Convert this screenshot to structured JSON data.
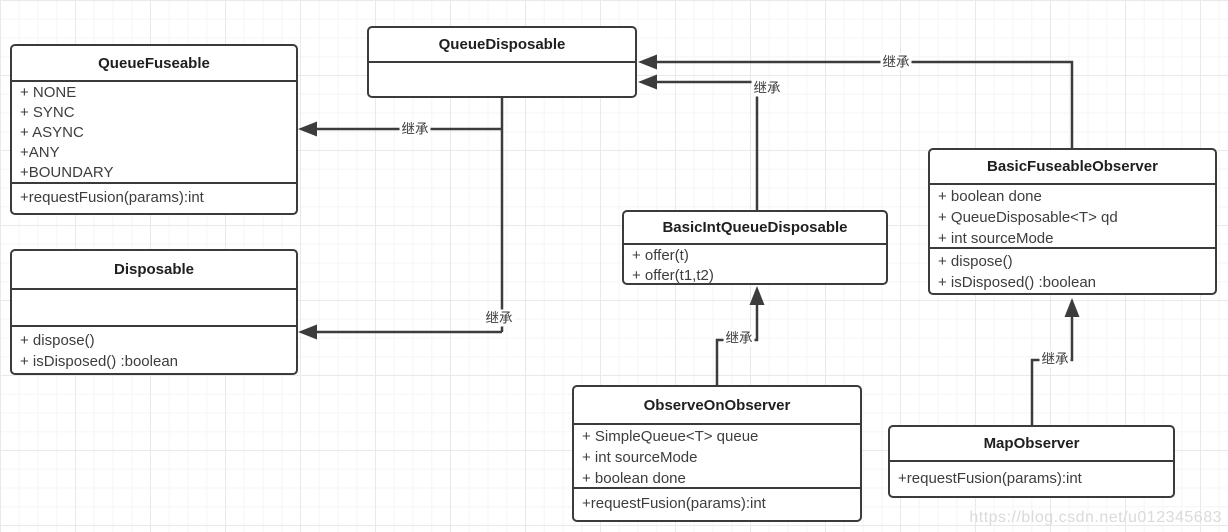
{
  "colors": {
    "line": "#3c3c3c",
    "box_border": "#3b3b3b",
    "text": "#3d3d3d",
    "watermark": "#dadada"
  },
  "watermark": "https://blog.csdn.net/u012345683",
  "classes": [
    {
      "name": "QueueFuseable",
      "fields": [
        "+ NONE",
        "+ SYNC",
        "+ ASYNC",
        "+ANY",
        "+BOUNDARY"
      ],
      "methods": [
        "+requestFusion(params):int"
      ]
    },
    {
      "name": "QueueDisposable",
      "fields": [],
      "methods": []
    },
    {
      "name": "Disposable",
      "fields": [],
      "methods": [
        "+ dispose()",
        "+ isDisposed() :boolean"
      ]
    },
    {
      "name": "BasicIntQueueDisposable",
      "fields": [],
      "methods": [
        "+ offer(t)",
        "+ offer(t1,t2)"
      ]
    },
    {
      "name": "BasicFuseableObserver",
      "fields": [
        "+ boolean done",
        "+ QueueDisposable<T> qd",
        "+ int sourceMode"
      ],
      "methods": [
        "+ dispose()",
        "+ isDisposed() :boolean"
      ]
    },
    {
      "name": "ObserveOnObserver",
      "fields": [
        "+ SimpleQueue<T> queue",
        "+ int sourceMode",
        "+ boolean done"
      ],
      "methods": [
        "+requestFusion(params):int"
      ]
    },
    {
      "name": "MapObserver",
      "fields": [],
      "methods": [
        "+requestFusion(params):int"
      ]
    }
  ],
  "edges": [
    {
      "from": "QueueDisposable",
      "to": "QueueFuseable",
      "label": "继承"
    },
    {
      "from": "QueueDisposable",
      "to": "Disposable",
      "label": "继承"
    },
    {
      "from": "BasicFuseableObserver",
      "to": "QueueDisposable",
      "label": "继承"
    },
    {
      "from": "BasicIntQueueDisposable",
      "to": "QueueDisposable",
      "label": "继承"
    },
    {
      "from": "ObserveOnObserver",
      "to": "BasicIntQueueDisposable",
      "label": "继承"
    },
    {
      "from": "MapObserver",
      "to": "BasicFuseableObserver",
      "label": "继承"
    }
  ]
}
